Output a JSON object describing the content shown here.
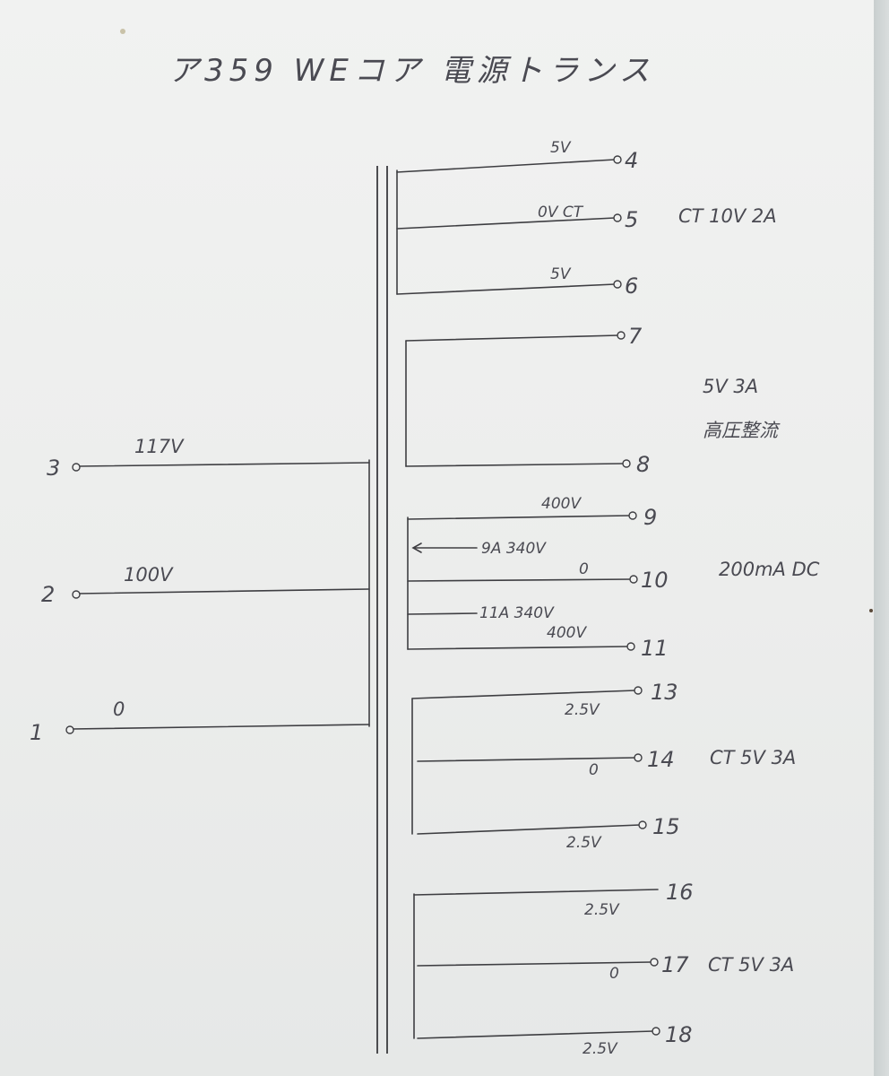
{
  "title": "ア359 WEコア 電源トランス",
  "primary": {
    "terminals": [
      {
        "number": "3",
        "voltage": "117V"
      },
      {
        "number": "2",
        "voltage": "100V"
      },
      {
        "number": "1",
        "voltage": "0"
      }
    ]
  },
  "secondaries": [
    {
      "terminals": [
        {
          "number": "4",
          "voltage": "5V"
        },
        {
          "number": "5",
          "voltage": "0V CT"
        },
        {
          "number": "6",
          "voltage": "5V"
        }
      ],
      "rating": "CT 10V 2A"
    },
    {
      "terminals": [
        {
          "number": "7",
          "voltage": ""
        },
        {
          "number": "8",
          "voltage": ""
        }
      ],
      "rating": "5V 3A",
      "purpose": "高圧整流"
    },
    {
      "terminals": [
        {
          "number": "9",
          "voltage": "400V"
        },
        {
          "number": "10",
          "voltage": "0"
        },
        {
          "number": "11",
          "voltage": "400V"
        }
      ],
      "taps": [
        "9A 340V",
        "11A 340V"
      ],
      "rating": "200mA DC"
    },
    {
      "terminals": [
        {
          "number": "13",
          "voltage": "2.5V"
        },
        {
          "number": "14",
          "voltage": "0"
        },
        {
          "number": "15",
          "voltage": "2.5V"
        }
      ],
      "rating": "CT 5V 3A"
    },
    {
      "terminals": [
        {
          "number": "16",
          "voltage": "2.5V"
        },
        {
          "number": "17",
          "voltage": "0"
        },
        {
          "number": "18",
          "voltage": "2.5V"
        }
      ],
      "rating": "CT 5V 3A"
    }
  ]
}
